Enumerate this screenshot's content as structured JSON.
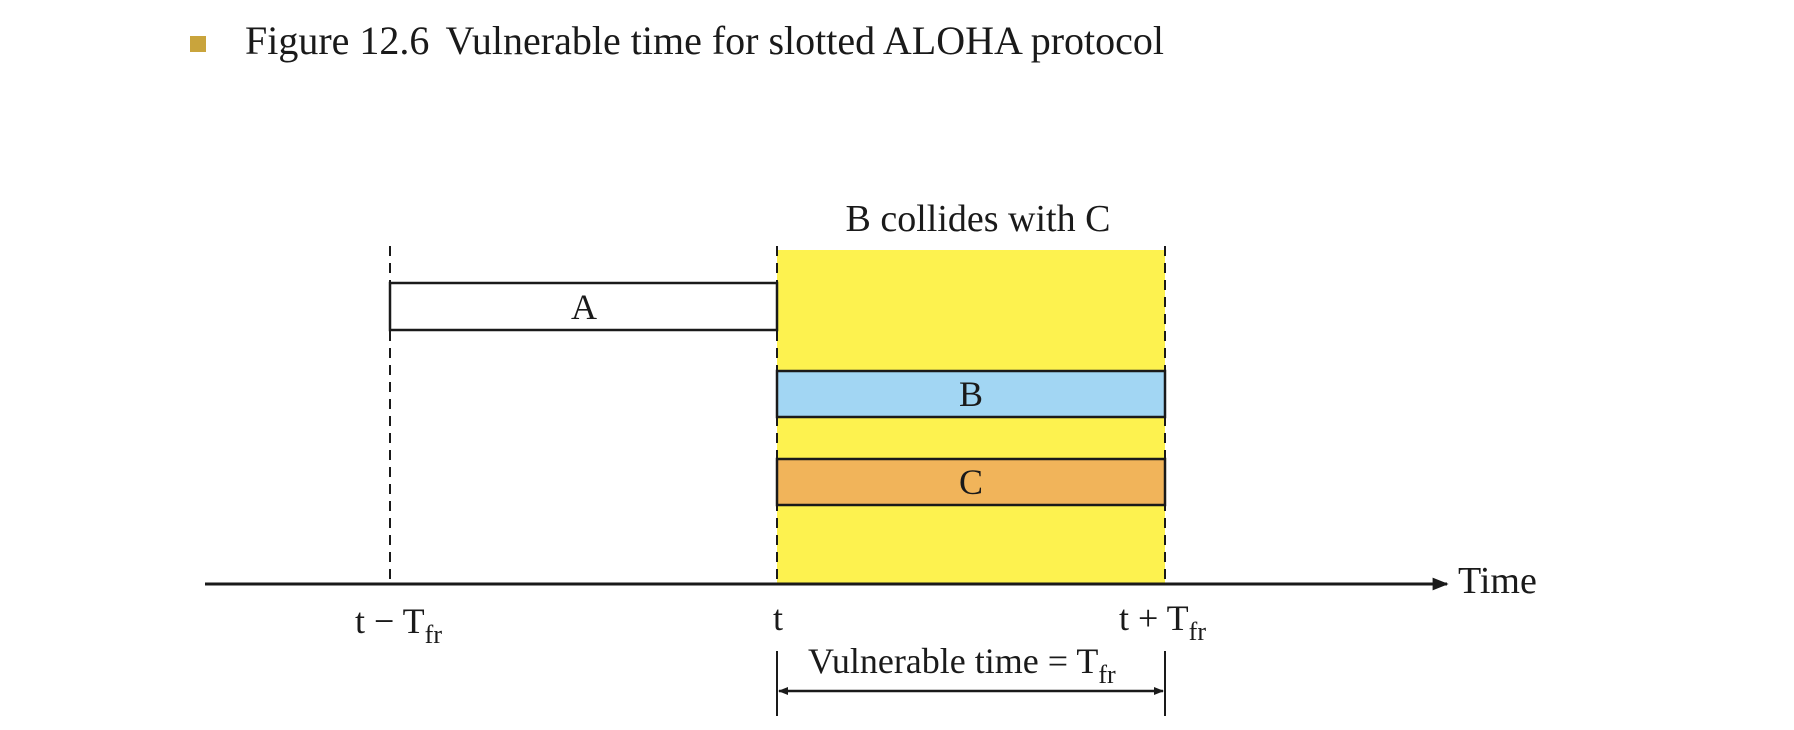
{
  "colors": {
    "bullet": "#c9a43c",
    "vulnerable_region": "#fdf24f",
    "frame_a": "#ffffff",
    "frame_b": "#a2d6f3",
    "frame_c": "#f1b45a",
    "lines": "#1a1a1a"
  },
  "figure": {
    "number": "Figure 12.6",
    "title": "Vulnerable time for slotted ALOHA protocol"
  },
  "diagram": {
    "region_label": "B collides with C",
    "frames": [
      {
        "id": "a",
        "label": "A"
      },
      {
        "id": "b",
        "label": "B"
      },
      {
        "id": "c",
        "label": "C"
      }
    ],
    "axis_label": "Time",
    "ticks": {
      "left": {
        "base": "t − T",
        "sub": "fr"
      },
      "mid": {
        "base": "t"
      },
      "right": {
        "base": "t + T",
        "sub": "fr"
      }
    },
    "vulnerable": {
      "base": "Vulnerable time = T",
      "sub": "fr"
    }
  }
}
